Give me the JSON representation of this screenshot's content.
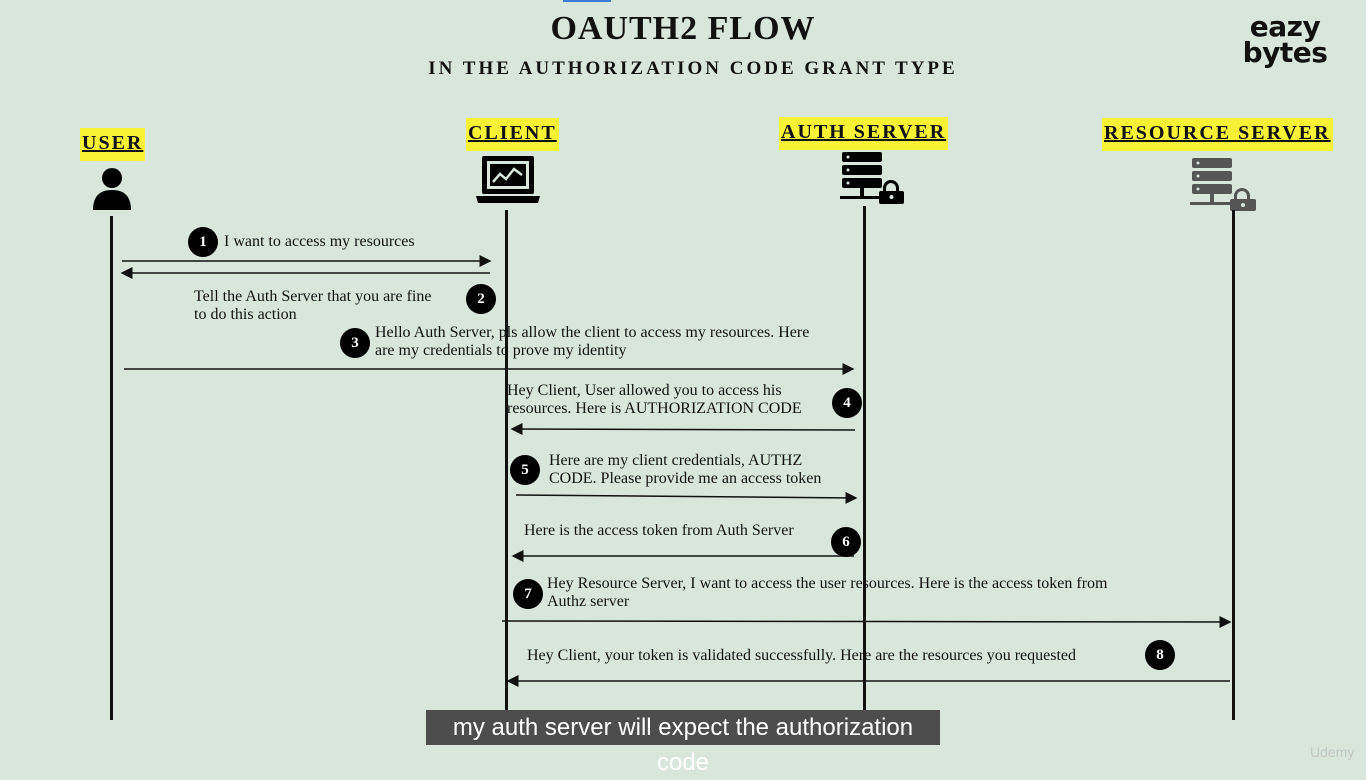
{
  "title": "OAUTH2 FLOW",
  "subtitle": "IN THE AUTHORIZATION CODE GRANT TYPE",
  "logo": {
    "line1": "eazy",
    "line2": "bytes"
  },
  "actors": {
    "user": "USER",
    "client": "CLIENT",
    "auth_server": "AUTH SERVER",
    "resource_server": "RESOURCE SERVER"
  },
  "steps": [
    {
      "number": "1",
      "from": "USER",
      "to": "CLIENT",
      "text_line1": "I want to access my resources",
      "text_line2": ""
    },
    {
      "number": "2",
      "from": "CLIENT",
      "to": "USER",
      "text_line1": "Tell the Auth Server that you are fine",
      "text_line2": "to do this action"
    },
    {
      "number": "3",
      "from": "USER",
      "to": "AUTH SERVER",
      "text_line1": "Hello Auth Server, pls allow the client to access my resources. Here",
      "text_line2": "are my credentials to prove my identity"
    },
    {
      "number": "4",
      "from": "AUTH SERVER",
      "to": "CLIENT",
      "text_line1": "Hey Client, User allowed you to access his",
      "text_line2": "resources. Here is AUTHORIZATION CODE"
    },
    {
      "number": "5",
      "from": "CLIENT",
      "to": "AUTH SERVER",
      "text_line1": "Here are my client credentials, AUTHZ",
      "text_line2": "CODE. Please provide me an access token"
    },
    {
      "number": "6",
      "from": "AUTH SERVER",
      "to": "CLIENT",
      "text_line1": "Here is the access token from Auth Server",
      "text_line2": ""
    },
    {
      "number": "7",
      "from": "CLIENT",
      "to": "RESOURCE SERVER",
      "text_line1": "Hey Resource Server,  I want to access the user resources. Here is the access token from",
      "text_line2": "Authz server"
    },
    {
      "number": "8",
      "from": "RESOURCE SERVER",
      "to": "CLIENT",
      "text_line1": "Hey Client, your token is validated successfully.  Here are the resources you requested",
      "text_line2": ""
    }
  ],
  "icons": {
    "user": "user-icon",
    "client": "laptop-icon",
    "auth_server": "locked-server-icon",
    "resource_server": "locked-server-icon"
  },
  "colors": {
    "background": "#d9e6dc",
    "highlight": "#f7f234",
    "ink": "#111111"
  },
  "caption": "my auth server will expect the authorization code",
  "watermark": "Udemy"
}
